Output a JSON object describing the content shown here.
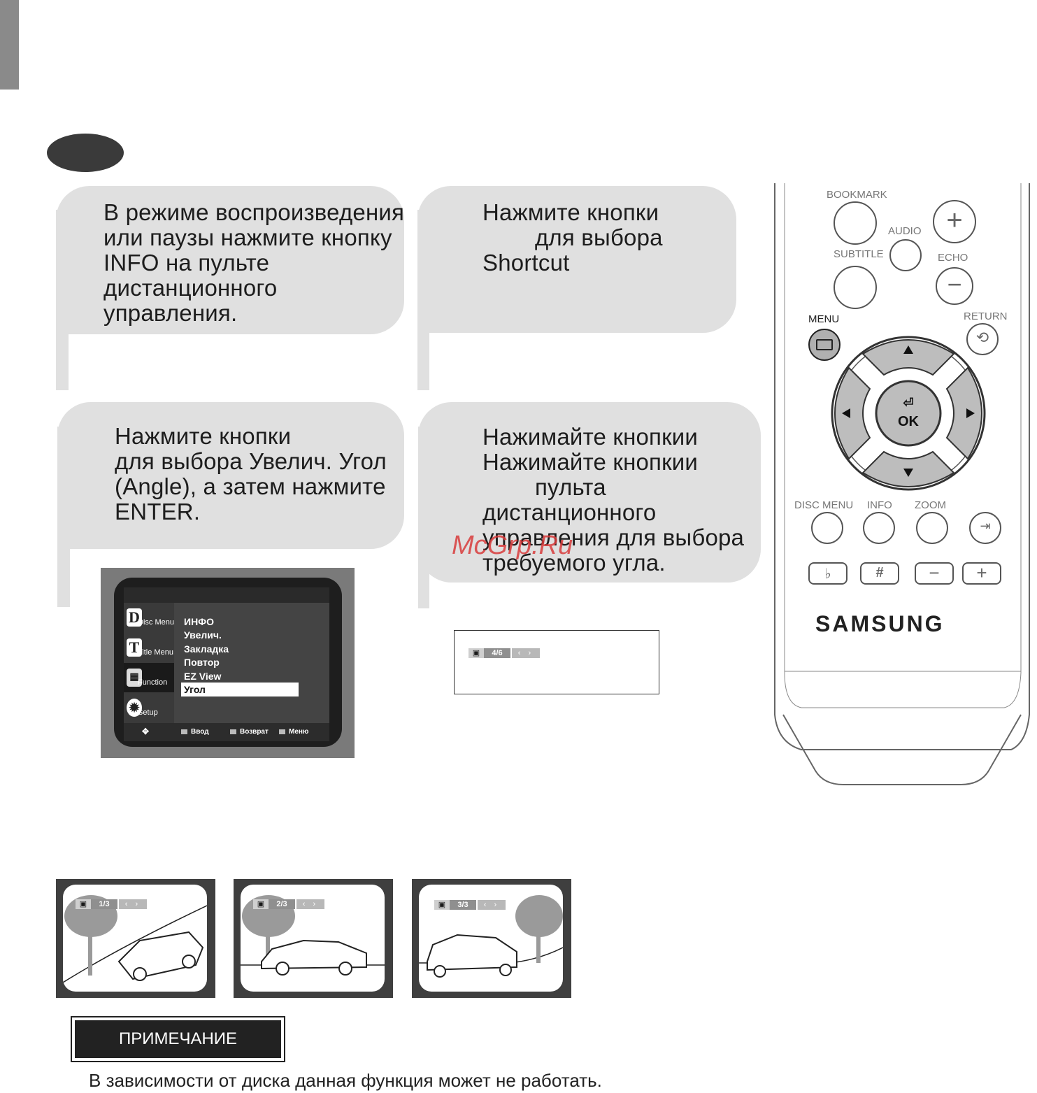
{
  "steps": {
    "step1": [
      "В режиме воспроизведения",
      "или паузы нажмите кнопку",
      "INFO на пульте",
      "дистанционного",
      "управления."
    ],
    "step2": [
      "Нажмите кнопки",
      "        для выбора",
      "Shortcut"
    ],
    "step3": [
      "Нажмите кнопки",
      "для выбора Увелич. Угол",
      "(Angle), а затем нажмите",
      "ENTER."
    ],
    "step4": [
      "Нажимайте кнопкии",
      "Нажимайте кнопкии",
      "        пульта",
      "дистанционного",
      "управления для выбора",
      "требуемого угла."
    ]
  },
  "osd": {
    "side": [
      "Disc Menu",
      "Title Menu",
      "Function",
      "Setup"
    ],
    "items": [
      "ИНФО",
      "Увелич.",
      "Закладка",
      "Повтор",
      "EZ View"
    ],
    "selected": "Угол",
    "footer": {
      "enter": "Ввод",
      "return": "Возврат",
      "menu": "Меню"
    }
  },
  "angle_indicator": {
    "value": "4/6",
    "arrows": "‹ ›"
  },
  "remote": {
    "bookmark": "BOOKMARK",
    "audio": "AUDIO",
    "subtitle": "SUBTITLE",
    "echo": "ECHO",
    "menu": "MENU",
    "return": "RETURN",
    "ok": "OK",
    "disc_menu": "DISC MENU",
    "info": "INFO",
    "zoom": "ZOOM",
    "brand": "SAMSUNG",
    "plus": "+",
    "minus": "−",
    "flat": "♭",
    "sharp": "#"
  },
  "scenes": [
    {
      "angle": "1/3"
    },
    {
      "angle": "2/3"
    },
    {
      "angle": "3/3"
    }
  ],
  "note": {
    "title": "ПРИМЕЧАНИЕ",
    "text": "В зависимости от диска данная функция может не работать."
  },
  "watermark": "McGrp.Ru",
  "colors": {
    "bubble": "#e0e0e0",
    "dark": "#3a3a3a",
    "watermark": "#d83c3c"
  }
}
